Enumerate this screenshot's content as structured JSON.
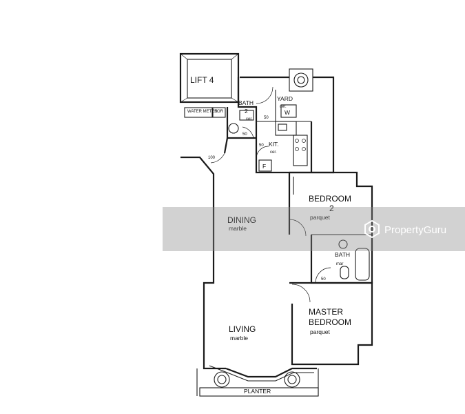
{
  "rooms": {
    "lift": "LIFT 4",
    "bath2": "BATH",
    "bath2_num": "2",
    "bath2_floor": "cer.",
    "yard": "YARD",
    "yard_floor": "cer.",
    "washer": "W",
    "kitchen": "KIT.",
    "kitchen_floor": "cer.",
    "fridge": "F",
    "bedroom2_line1": "BEDROOM",
    "bedroom2_line2": "2",
    "bedroom2_floor": "parquet",
    "dining": "DINING",
    "dining_floor": "marble",
    "bath_master": "BATH",
    "bath_master_floor": "mar",
    "master_line1": "MASTER",
    "master_line2": "BEDROOM",
    "master_floor": "parquet",
    "living": "LIVING",
    "living_floor": "marble",
    "planter": "PLANTER"
  },
  "annotations": {
    "door_width_entrance": "100",
    "door_width_bath2": "50",
    "door_width_yard": "50",
    "door_width_kitchen": "50",
    "door_width_bath_master": "50",
    "meter_1": "WATER METER",
    "meter_2": "SOR"
  },
  "watermark": {
    "brand": "PropertyGuru",
    "logo_icon": "propertyguru-logo-icon"
  }
}
